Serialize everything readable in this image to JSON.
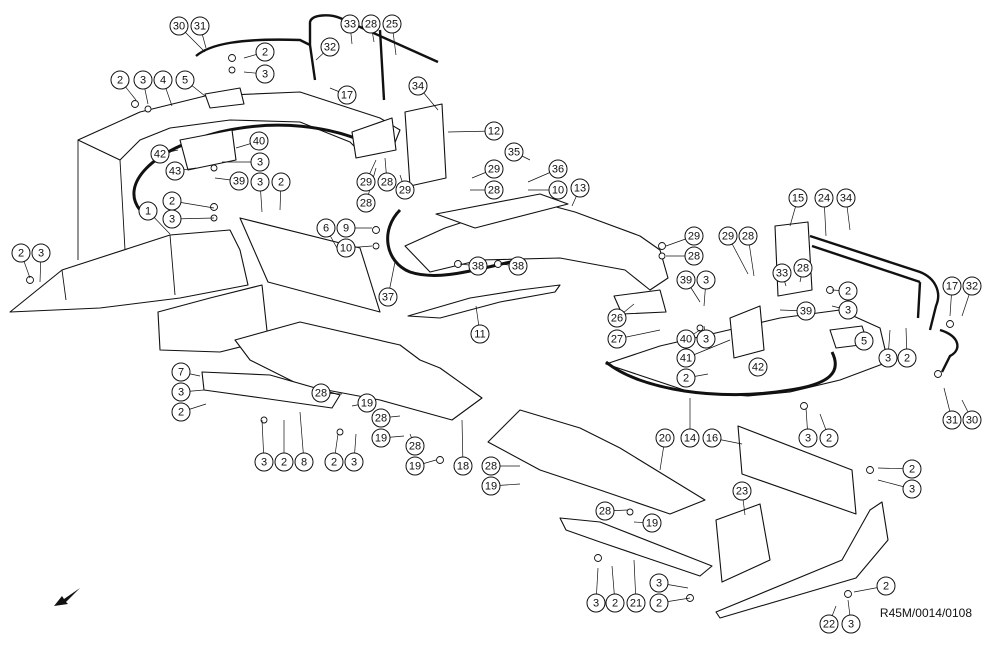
{
  "reference_code": "R45M/0014/0108",
  "callouts": [
    {
      "id": "c-30a",
      "label": "30"
    },
    {
      "id": "c-31a",
      "label": "31"
    },
    {
      "id": "c-33a",
      "label": "33"
    },
    {
      "id": "c-28a",
      "label": "28"
    },
    {
      "id": "c-25",
      "label": "25"
    },
    {
      "id": "c-2a",
      "label": "2"
    },
    {
      "id": "c-3a",
      "label": "3"
    },
    {
      "id": "c-32a",
      "label": "32"
    },
    {
      "id": "c-17a",
      "label": "17"
    },
    {
      "id": "c-34a",
      "label": "34"
    },
    {
      "id": "c-2b",
      "label": "2"
    },
    {
      "id": "c-3b",
      "label": "3"
    },
    {
      "id": "c-4",
      "label": "4"
    },
    {
      "id": "c-5a",
      "label": "5"
    },
    {
      "id": "c-12",
      "label": "12"
    },
    {
      "id": "c-40a",
      "label": "40"
    },
    {
      "id": "c-42a",
      "label": "42"
    },
    {
      "id": "c-3c",
      "label": "3"
    },
    {
      "id": "c-43",
      "label": "43"
    },
    {
      "id": "c-39a",
      "label": "39"
    },
    {
      "id": "c-3d",
      "label": "3"
    },
    {
      "id": "c-2c",
      "label": "2"
    },
    {
      "id": "c-29a",
      "label": "29"
    },
    {
      "id": "c-28b",
      "label": "28"
    },
    {
      "id": "c-28c",
      "label": "28"
    },
    {
      "id": "c-29b",
      "label": "29"
    },
    {
      "id": "c-35",
      "label": "35"
    },
    {
      "id": "c-36",
      "label": "36"
    },
    {
      "id": "c-29c",
      "label": "29"
    },
    {
      "id": "c-28d",
      "label": "28"
    },
    {
      "id": "c-10a",
      "label": "10"
    },
    {
      "id": "c-13",
      "label": "13"
    },
    {
      "id": "c-2d",
      "label": "2"
    },
    {
      "id": "c-1",
      "label": "1"
    },
    {
      "id": "c-3e",
      "label": "3"
    },
    {
      "id": "c-6",
      "label": "6"
    },
    {
      "id": "c-9",
      "label": "9"
    },
    {
      "id": "c-10b",
      "label": "10"
    },
    {
      "id": "c-2e",
      "label": "2"
    },
    {
      "id": "c-3f",
      "label": "3"
    },
    {
      "id": "c-38a",
      "label": "38"
    },
    {
      "id": "c-38b",
      "label": "38"
    },
    {
      "id": "c-37",
      "label": "37"
    },
    {
      "id": "c-11",
      "label": "11"
    },
    {
      "id": "c-29d",
      "label": "29"
    },
    {
      "id": "c-28e",
      "label": "28"
    },
    {
      "id": "c-29e",
      "label": "29"
    },
    {
      "id": "c-28f",
      "label": "28"
    },
    {
      "id": "c-15",
      "label": "15"
    },
    {
      "id": "c-24",
      "label": "24"
    },
    {
      "id": "c-34b",
      "label": "34"
    },
    {
      "id": "c-39b",
      "label": "39"
    },
    {
      "id": "c-3g",
      "label": "3"
    },
    {
      "id": "c-33b",
      "label": "33"
    },
    {
      "id": "c-28g",
      "label": "28"
    },
    {
      "id": "c-2f",
      "label": "2"
    },
    {
      "id": "c-17b",
      "label": "17"
    },
    {
      "id": "c-32b",
      "label": "32"
    },
    {
      "id": "c-26",
      "label": "26"
    },
    {
      "id": "c-39c",
      "label": "39"
    },
    {
      "id": "c-3h",
      "label": "3"
    },
    {
      "id": "c-27",
      "label": "27"
    },
    {
      "id": "c-40b",
      "label": "40"
    },
    {
      "id": "c-3i",
      "label": "3"
    },
    {
      "id": "c-5b",
      "label": "5"
    },
    {
      "id": "c-41",
      "label": "41"
    },
    {
      "id": "c-42b",
      "label": "42"
    },
    {
      "id": "c-3j",
      "label": "3"
    },
    {
      "id": "c-2g",
      "label": "2"
    },
    {
      "id": "c-2h",
      "label": "2"
    },
    {
      "id": "c-31b",
      "label": "31"
    },
    {
      "id": "c-30b",
      "label": "30"
    },
    {
      "id": "c-7",
      "label": "7"
    },
    {
      "id": "c-3k",
      "label": "3"
    },
    {
      "id": "c-2i",
      "label": "2"
    },
    {
      "id": "c-28h",
      "label": "28"
    },
    {
      "id": "c-19a",
      "label": "19"
    },
    {
      "id": "c-28i",
      "label": "28"
    },
    {
      "id": "c-19b",
      "label": "19"
    },
    {
      "id": "c-28j",
      "label": "28"
    },
    {
      "id": "c-19c",
      "label": "19"
    },
    {
      "id": "c-18",
      "label": "18"
    },
    {
      "id": "c-3l",
      "label": "3"
    },
    {
      "id": "c-2j",
      "label": "2"
    },
    {
      "id": "c-8",
      "label": "8"
    },
    {
      "id": "c-2k",
      "label": "2"
    },
    {
      "id": "c-3m",
      "label": "3"
    },
    {
      "id": "c-20",
      "label": "20"
    },
    {
      "id": "c-14",
      "label": "14"
    },
    {
      "id": "c-16",
      "label": "16"
    },
    {
      "id": "c-3n",
      "label": "3"
    },
    {
      "id": "c-2l",
      "label": "2"
    },
    {
      "id": "c-28k",
      "label": "28"
    },
    {
      "id": "c-19d",
      "label": "19"
    },
    {
      "id": "c-2m",
      "label": "2"
    },
    {
      "id": "c-3o",
      "label": "3"
    },
    {
      "id": "c-23",
      "label": "23"
    },
    {
      "id": "c-28l",
      "label": "28"
    },
    {
      "id": "c-19e",
      "label": "19"
    },
    {
      "id": "c-2n",
      "label": "2"
    },
    {
      "id": "c-3p",
      "label": "3"
    },
    {
      "id": "c-3q",
      "label": "3"
    },
    {
      "id": "c-21",
      "label": "21"
    },
    {
      "id": "c-2o",
      "label": "2"
    },
    {
      "id": "c-2p",
      "label": "2"
    },
    {
      "id": "c-22",
      "label": "22"
    },
    {
      "id": "c-3r",
      "label": "3"
    }
  ]
}
